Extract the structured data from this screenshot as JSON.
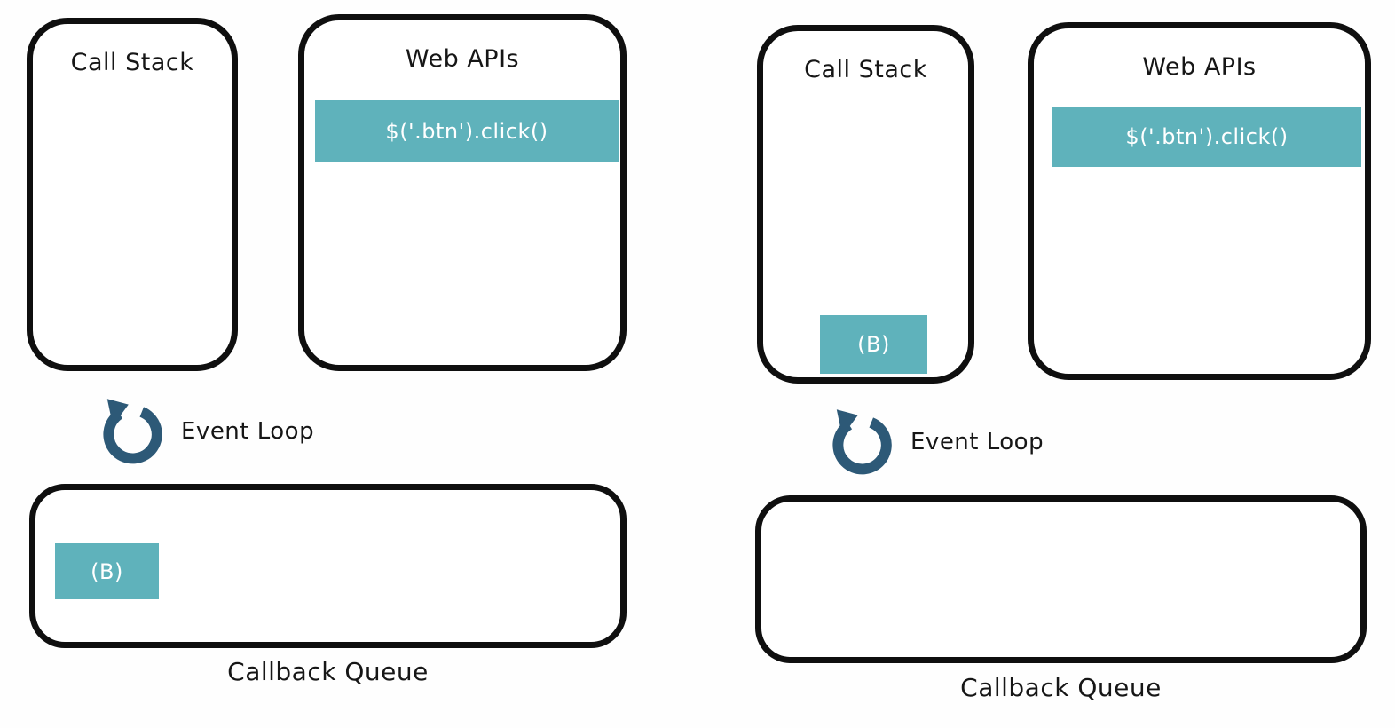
{
  "colors": {
    "task_teal": "#5FB2BB",
    "event_loop_navy": "#2D5977",
    "box_border": "#0F0F0F",
    "task_text": "#FFFFFF"
  },
  "left_panel": {
    "call_stack": {
      "title": "Call Stack",
      "items": []
    },
    "web_apis": {
      "title": "Web APIs",
      "items": [
        "$('.btn').click()"
      ]
    },
    "event_loop": {
      "label": "Event Loop"
    },
    "callback_queue": {
      "label": "Callback Queue",
      "items": [
        "(B)"
      ]
    }
  },
  "right_panel": {
    "call_stack": {
      "title": "Call Stack",
      "items": [
        "(B)"
      ]
    },
    "web_apis": {
      "title": "Web APIs",
      "items": [
        "$('.btn').click()"
      ]
    },
    "event_loop": {
      "label": "Event Loop"
    },
    "callback_queue": {
      "label": "Callback Queue",
      "items": []
    }
  }
}
